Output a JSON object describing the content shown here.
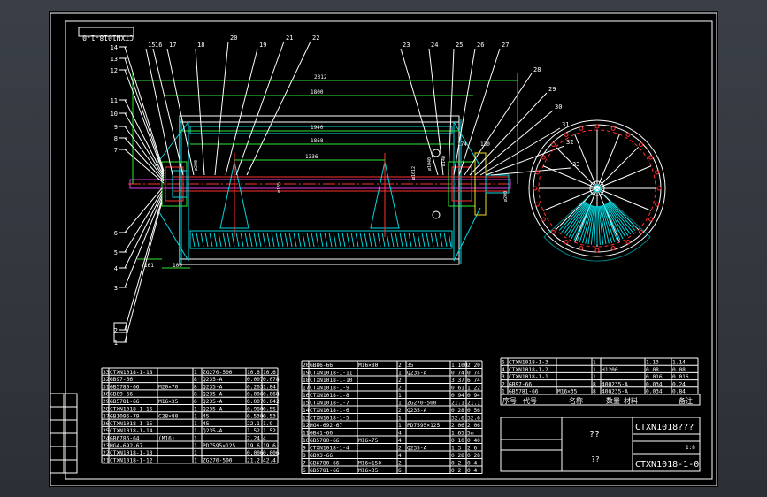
{
  "drawing": {
    "code_rotated": "CTXN1018-1-0",
    "part_numbers_left": [
      "14",
      "13",
      "12",
      "11",
      "10",
      "9",
      "8",
      "7",
      "6",
      "5",
      "4",
      "3",
      "2",
      "1"
    ],
    "part_numbers_top": [
      "15",
      "16",
      "17",
      "18",
      "20",
      "19",
      "21",
      "22",
      "23",
      "24",
      "25",
      "26",
      "27",
      "28",
      "29",
      "30",
      "31",
      "32",
      "33"
    ],
    "dims": {
      "d2312": "2312",
      "d1800": "1800",
      "d1940": "1940",
      "d1868": "1868",
      "d1336": "1336",
      "d161": "161",
      "d100": "100",
      "d174": "174",
      "d130": "130"
    },
    "diam_labels": [
      "ø200",
      "ø135",
      "ø1612",
      "ø1040",
      "ø14ø",
      "ø200"
    ]
  },
  "parts_list": {
    "col1": [
      {
        "no": "33",
        "code": "CTXN1018-1-18",
        "name": "",
        "qty": "1",
        "mat": "ZG270-500",
        "w1": "10.6",
        "w2": "10.6"
      },
      {
        "no": "32",
        "code": "GB97-66",
        "name": "",
        "qty": "8",
        "mat": "Q235-A",
        "w1": "0.007",
        "w2": "0.078"
      },
      {
        "no": "31",
        "code": "GB5780-66",
        "name": "M20×70",
        "qty": "8",
        "mat": "Q235-A",
        "w1": "0.203",
        "w2": "1.84"
      },
      {
        "no": "30",
        "code": "GB89-66",
        "name": "",
        "qty": "8",
        "mat": "Q235-A",
        "w1": "0.006",
        "w2": "0.068"
      },
      {
        "no": "29",
        "code": "GB5781-66",
        "name": "M16×35",
        "qty": "6",
        "mat": "Q235-A",
        "w1": "0.007",
        "w2": "0.042"
      },
      {
        "no": "28",
        "code": "CTXN1018-1-16",
        "name": "",
        "qty": "1",
        "mat": "Q235-A",
        "w1": "0.980",
        "w2": "0.55"
      },
      {
        "no": "27",
        "code": "GB1096-79",
        "name": "C28×80",
        "qty": "1",
        "mat": "45",
        "w1": "0.530",
        "w2": "0.53"
      },
      {
        "no": "26",
        "code": "CTXN1018-1-15",
        "name": "",
        "qty": "1",
        "mat": "45",
        "w1": "22.1",
        "w2": "1.9"
      },
      {
        "no": "25",
        "code": "CTXN1018-1-14",
        "name": "",
        "qty": "1",
        "mat": "Q235-A",
        "w1": "1.52",
        "w2": "1.52"
      },
      {
        "no": "24",
        "code": "GB6786-64",
        "name": "(M16)",
        "qty": "1",
        "mat": "",
        "w1": "2.24",
        "w2": "4"
      },
      {
        "no": "23",
        "code": "HG4-692-67",
        "name": "",
        "qty": "1",
        "mat": "PD7595×125",
        "w1": "19.6",
        "w2": "19.6"
      },
      {
        "no": "22",
        "code": "CTXN1018-1-13",
        "name": "",
        "qty": "1",
        "mat": "",
        "w1": "0.006",
        "w2": "0.006"
      },
      {
        "no": "21",
        "code": "CTXN1018-1-12",
        "name": "",
        "qty": "1",
        "mat": "ZG270-500",
        "w1": "21.2",
        "w2": "42.4"
      }
    ],
    "col2": [
      {
        "no": "20",
        "code": "GB86-66",
        "name": "M16×80",
        "qty": "2",
        "mat": "35",
        "w1": "1.100",
        "w2": "2.20"
      },
      {
        "no": "19",
        "code": "CTXN1018-1-11",
        "name": "",
        "qty": "1",
        "mat": "Q235-A",
        "w1": "0.74",
        "w2": "0.74"
      },
      {
        "no": "18",
        "code": "CTXN1018-1-10",
        "name": "",
        "qty": "2",
        "mat": "",
        "w1": "3.37",
        "w2": "6.74"
      },
      {
        "no": "17",
        "code": "CTXN1018-1-9",
        "name": "",
        "qty": "2",
        "mat": "",
        "w1": "0.61",
        "w2": "1.22"
      },
      {
        "no": "16",
        "code": "CTXN1018-1-8",
        "name": "",
        "qty": "1",
        "mat": "",
        "w1": "0.94",
        "w2": "0.94"
      },
      {
        "no": "15",
        "code": "CTXN1018-1-7",
        "name": "",
        "qty": "1",
        "mat": "ZG270-500",
        "w1": "21.1",
        "w2": "21.1"
      },
      {
        "no": "14",
        "code": "CTXN1018-1-6",
        "name": "",
        "qty": "2",
        "mat": "Q235-A",
        "w1": "0.28",
        "w2": "0.56"
      },
      {
        "no": "13",
        "code": "CTXN1018-1-5",
        "name": "",
        "qty": "1",
        "mat": "",
        "w1": "32.6",
        "w2": "32.6"
      },
      {
        "no": "12",
        "code": "HG4-692-67",
        "name": "",
        "qty": "1",
        "mat": "PD7595×125",
        "w1": "2.06",
        "w2": "2.06"
      },
      {
        "no": "11",
        "code": "GB41-66",
        "name": "",
        "qty": "4",
        "mat": "",
        "w1": "1.65",
        "w2": "5m"
      },
      {
        "no": "10",
        "code": "GB5780-66",
        "name": "M16×75",
        "qty": "4",
        "mat": "",
        "w1": "0.10",
        "w2": "0.40"
      },
      {
        "no": "9",
        "code": "CTXN1018-1-4",
        "name": "",
        "qty": "2",
        "mat": "Q235-A",
        "w1": "1.3",
        "w2": "2.6"
      },
      {
        "no": "8",
        "code": "GB93-66",
        "name": "",
        "qty": "4",
        "mat": "",
        "w1": "0.28",
        "w2": "0.28"
      },
      {
        "no": "7",
        "code": "GB6780-66",
        "name": "M16×150",
        "qty": "2",
        "mat": "",
        "w1": "0.2",
        "w2": "0.4"
      },
      {
        "no": "6",
        "code": "GB5781-66",
        "name": "M16×35",
        "qty": "6",
        "mat": "",
        "w1": "0.2",
        "w2": "0.4"
      }
    ],
    "col3": [
      {
        "no": "5",
        "code": "CTXN1018-1-3",
        "name": "",
        "qty": "1",
        "mat": "",
        "w1": "1.13",
        "w2": "1.14"
      },
      {
        "no": "4",
        "code": "CTXN1018-1-2",
        "name": "",
        "qty": "1",
        "mat": "H1200",
        "w1": "0.08",
        "w2": "0.08"
      },
      {
        "no": "3",
        "code": "CTXN1018-1-1",
        "name": "",
        "qty": "1",
        "mat": "",
        "w1": "0.016",
        "w2": "0.016"
      },
      {
        "no": "2",
        "code": "GB97-66",
        "name": "",
        "qty": "8",
        "mat": "40Q235-A",
        "w1": "0.034",
        "w2": "0.24"
      },
      {
        "no": "1",
        "code": "GB5781-66",
        "name": "M16×35",
        "qty": "8",
        "mat": "40Q235-A",
        "w1": "0.034",
        "w2": "0.84"
      }
    ],
    "header": {
      "no": "序号",
      "code": "代号",
      "name": "名称",
      "qty": "数量",
      "mat": "材料",
      "w": "",
      "note": "备注"
    }
  },
  "title_block": {
    "title": "CTXN1018???",
    "drawing_no": "CTXN1018-1-0",
    "unknown1": "??",
    "unknown2": "??",
    "scale": "1:8"
  },
  "colors": {
    "background": "#000000",
    "frame": "#ffffff",
    "detail": "#00d8e0",
    "dimension": "#2fe82f",
    "section": "#ff3030",
    "leader": "#ffffff"
  }
}
